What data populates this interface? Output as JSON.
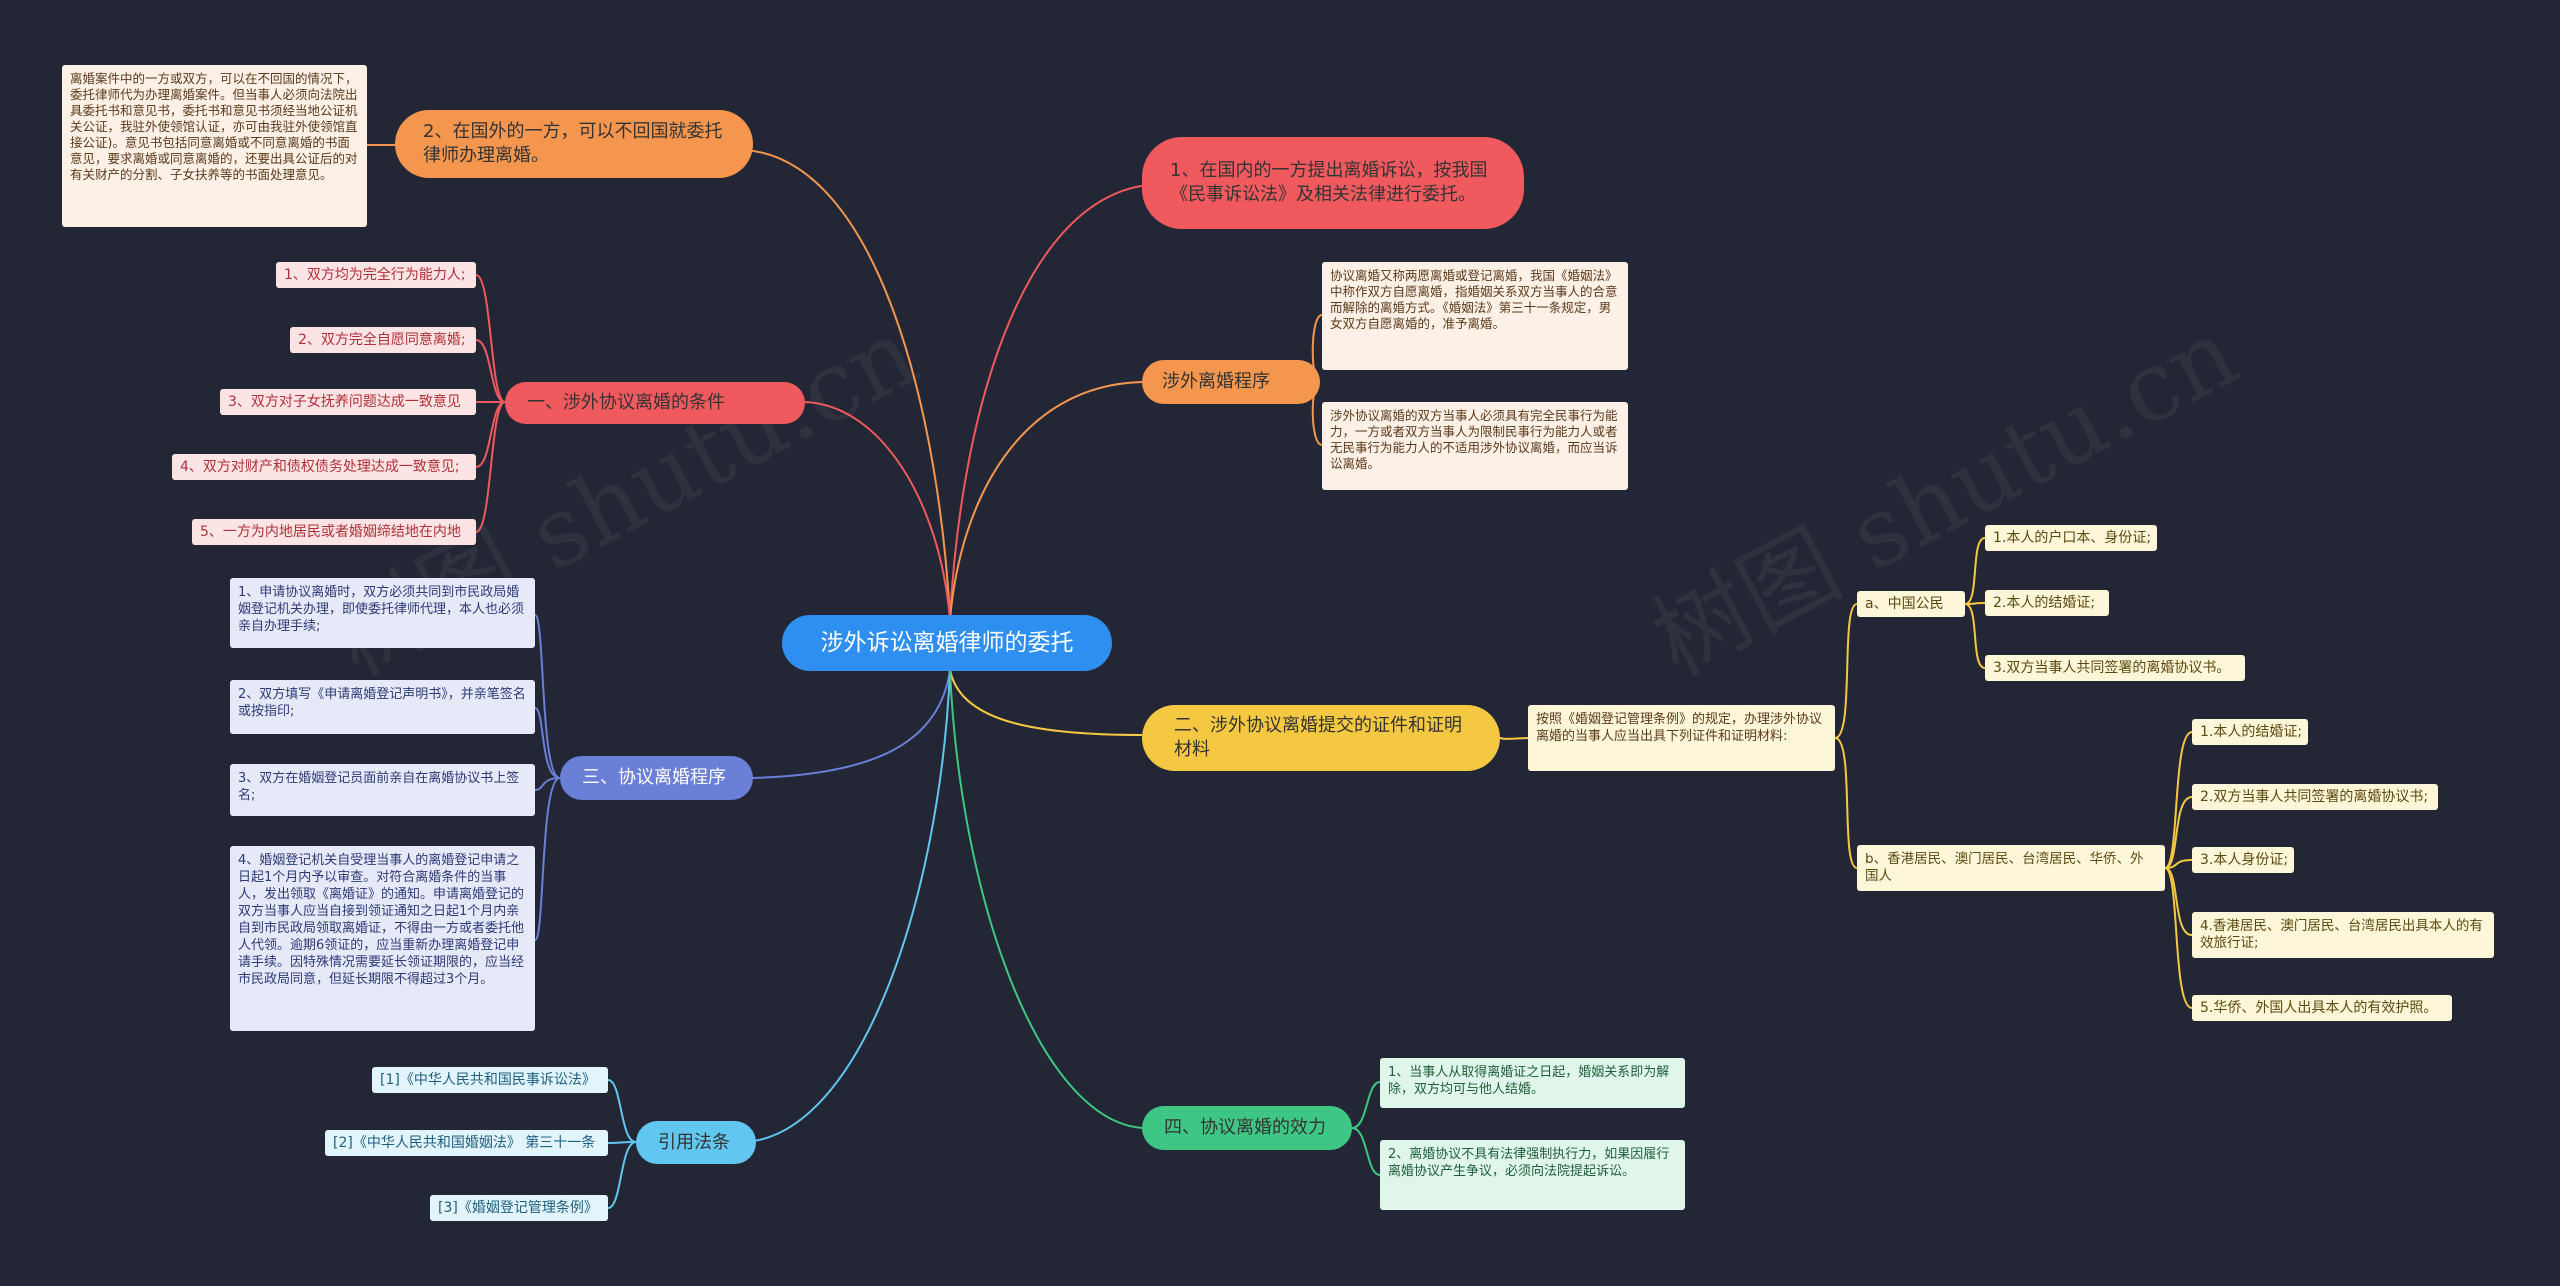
{
  "central": {
    "text": "涉外诉讼离婚律师的委托"
  },
  "colors": {
    "central": "#2e8ff0",
    "orange": "#f5964e",
    "red": "#f0595e",
    "yellow": "#f5c842",
    "blue": "#6a7fd6",
    "cyan": "#62c7f0",
    "green": "#3ec784"
  },
  "branches": {
    "overseas": {
      "title": "2、在国外的一方，可以不回国就委托律师办理离婚。",
      "note": "离婚案件中的一方或双方，可以在不回国的情况下，委托律师代为办理离婚案件。但当事人必须向法院出具委托书和意见书，委托书和意见书须经当地公证机关公证，我驻外使领馆认证，亦可由我驻外使领馆直接公证)。意见书包括同意离婚或不同意离婚的书面意见，要求离婚或同意离婚的，还要出具公证后的对有关财产的分割、子女扶养等的书面处理意见。"
    },
    "domestic": {
      "title": "1、在国内的一方提出离婚诉讼，按我国《民事诉讼法》及相关法律进行委托。"
    },
    "procedure": {
      "title": "涉外离婚程序",
      "notes": [
        "协议离婚又称两愿离婚或登记离婚，我国《婚姻法》中称作双方自愿离婚，指婚姻关系双方当事人的合意而解除的离婚方式。《婚姻法》第三十一条规定，男女双方自愿离婚的，准予离婚。",
        "涉外协议离婚的双方当事人必须具有完全民事行为能力，一方或者双方当事人为限制民事行为能力人或者无民事行为能力人的不适用涉外协议离婚，而应当诉讼离婚。"
      ]
    },
    "conditions": {
      "title": "一、涉外协议离婚的条件",
      "items": [
        "1、双方均为完全行为能力人;",
        "2、双方完全自愿同意离婚;",
        "3、双方对子女抚养问题达成一致意见",
        "4、双方对财产和债权债务处理达成一致意见;",
        "5、一方为内地居民或者婚姻缔结地在内地"
      ]
    },
    "process": {
      "title": "三、协议离婚程序",
      "items": [
        "1、申请协议离婚时，双方必须共同到市民政局婚姻登记机关办理，即使委托律师代理，本人也必须亲自办理手续;",
        "2、双方填写《申请离婚登记声明书》，并亲笔签名或按指印;",
        "3、双方在婚姻登记员面前亲自在离婚协议书上签名;",
        "4、婚姻登记机关自受理当事人的离婚登记申请之日起1个月内予以审查。对符合离婚条件的当事人，发出领取《离婚证》的通知。申请离婚登记的双方当事人应当自接到领证通知之日起1个月内亲自到市民政局领取离婚证，不得由一方或者委托他人代领。逾期6领证的，应当重新办理离婚登记申请手续。因特殊情况需要延长领证期限的，应当经市民政局同意，但延长期限不得超过3个月。"
      ]
    },
    "documents": {
      "title": "二、涉外协议离婚提交的证件和证明材料",
      "intro": "按照《婚姻登记管理条例》的规定，办理涉外协议离婚的当事人应当出具下列证件和证明材料:",
      "groups": [
        {
          "label": "a、中国公民",
          "items": [
            "1.本人的户口本、身份证;",
            "2.本人的结婚证;",
            "3.双方当事人共同签署的离婚协议书。"
          ]
        },
        {
          "label": "b、香港居民、澳门居民、台湾居民、华侨、外国人",
          "items": [
            "1.本人的结婚证;",
            "2.双方当事人共同签署的离婚协议书;",
            "3.本人身份证;",
            "4.香港居民、澳门居民、台湾居民出具本人的有效旅行证;",
            "5.华侨、外国人出具本人的有效护照。"
          ]
        }
      ]
    },
    "references": {
      "title": "引用法条",
      "items": [
        "[1]《中华人民共和国民事诉讼法》",
        "[2]《中华人民共和国婚姻法》 第三十一条",
        "[3]《婚姻登记管理条例》"
      ]
    },
    "effect": {
      "title": "四、协议离婚的效力",
      "items": [
        "1、当事人从取得离婚证之日起，婚姻关系即为解除，双方均可与他人结婚。",
        "2、离婚协议不具有法律强制执行力，如果因履行离婚协议产生争议，必须向法院提起诉讼。"
      ]
    }
  }
}
